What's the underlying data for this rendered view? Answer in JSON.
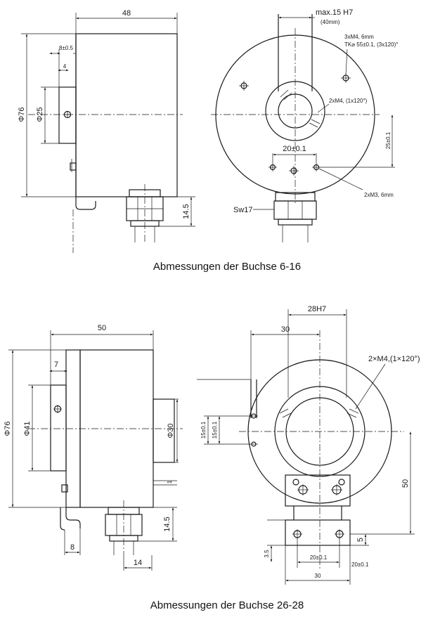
{
  "captions": {
    "top": "Abmessungen der Buchse 6-16",
    "bottom": "Abmessungen der Buchse 26-28"
  },
  "top_side": {
    "width": "48",
    "phi76": "Φ76",
    "phi25": "Φ25",
    "d8": "8±0.5",
    "d4": "4",
    "d145": "14.5"
  },
  "top_front": {
    "maxh7": "max.15 H7",
    "mm40": "(40mm)",
    "m4a": "3xM4, 6mm",
    "tk": "TK⌀ 55±0.1, (3x120)°",
    "m4b": "2xM4, (1x120°)",
    "d20": "20±0.1",
    "d25": "25±0.1",
    "m3": "2xM3, 6mm",
    "sw": "Sw17"
  },
  "bot_side": {
    "width": "50",
    "phi76": "Φ76",
    "phi41": "Φ41",
    "phi30": "Φ30",
    "d7": "7",
    "d1": "1",
    "d145": "14.5",
    "d8": "8",
    "d14": "14"
  },
  "bot_front": {
    "h7": "28H7",
    "d30top": "30",
    "m4": "2×M4,(1×120°)",
    "d15a": "15±0.1",
    "d15b": "15±0.1",
    "d50": "50",
    "d5": "5",
    "d35": "3.5",
    "d20a": "20±0.1",
    "d20b": "20±0.1",
    "d30bot": "30"
  }
}
